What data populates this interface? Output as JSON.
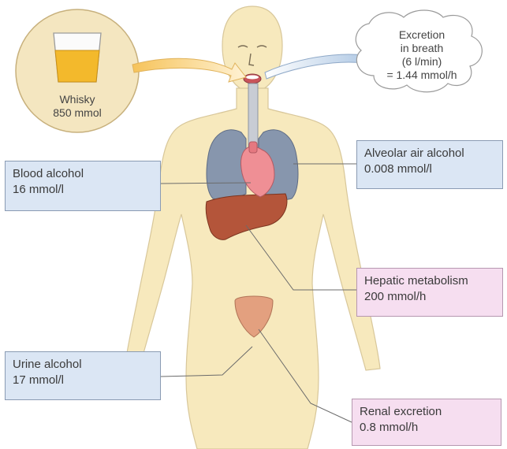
{
  "drink": {
    "name": "Whisky",
    "amount": "850 mmol"
  },
  "breath": {
    "line1": "Excretion",
    "line2": "in breath",
    "line3": "(6 l/min)",
    "line4": "= 1.44 mmol/h"
  },
  "labels": [
    {
      "id": "blood",
      "title": "Blood alcohol",
      "value": "16 mmol/l"
    },
    {
      "id": "alveolar",
      "title": "Alveolar air alcohol",
      "value": "0.008 mmol/l"
    },
    {
      "id": "hepatic",
      "title": "Hepatic metabolism",
      "value": "200 mmol/h"
    },
    {
      "id": "urine",
      "title": "Urine alcohol",
      "value": "17 mmol/l"
    },
    {
      "id": "renal",
      "title": "Renal excretion",
      "value": "0.8 mmol/h"
    }
  ],
  "colors": {
    "skin": "#f7e9bd",
    "skin_outline": "#d8c79a",
    "lung": "#8796ad",
    "heart": "#ef8f95",
    "liver": "#b4553a",
    "bladder": "#e3a07f",
    "blue_box": "#dbe6f4",
    "pink_box": "#f6def0",
    "whisky": "#f3b92c"
  }
}
